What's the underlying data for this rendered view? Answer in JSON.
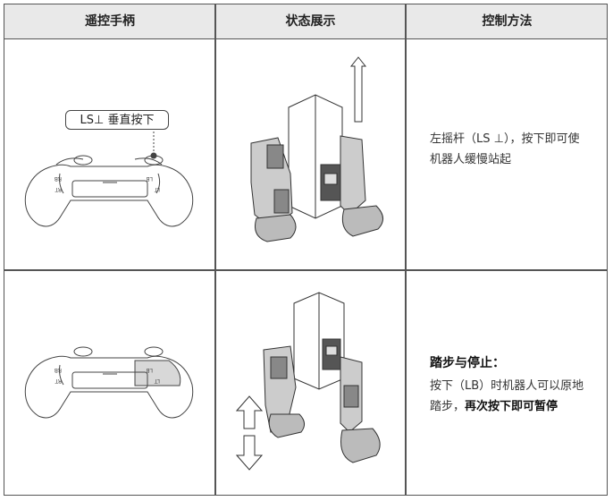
{
  "headers": {
    "col1": "遥控手柄",
    "col2": "状态展示",
    "col3": "控制方法"
  },
  "row1": {
    "callout": "LS⊥  垂直按下",
    "controller_labels": {
      "rb": "RB",
      "rt": "RT",
      "lb": "LB",
      "lt": "LT"
    },
    "control_text": "左摇杆（LS ⊥），按下即可使机器人缓慢站起"
  },
  "row2": {
    "controller_labels": {
      "rb": "RB",
      "rt": "RT",
      "lb": "LB",
      "lt": "LT"
    },
    "heading": "踏步与停止：",
    "text_normal": "按下（LB）时机器人可以原地踏步，",
    "text_bold": "再次按下即可暂停"
  },
  "colors": {
    "border": "#555555",
    "header_bg": "#e9e9e9",
    "highlight": "#d8d8d8"
  }
}
